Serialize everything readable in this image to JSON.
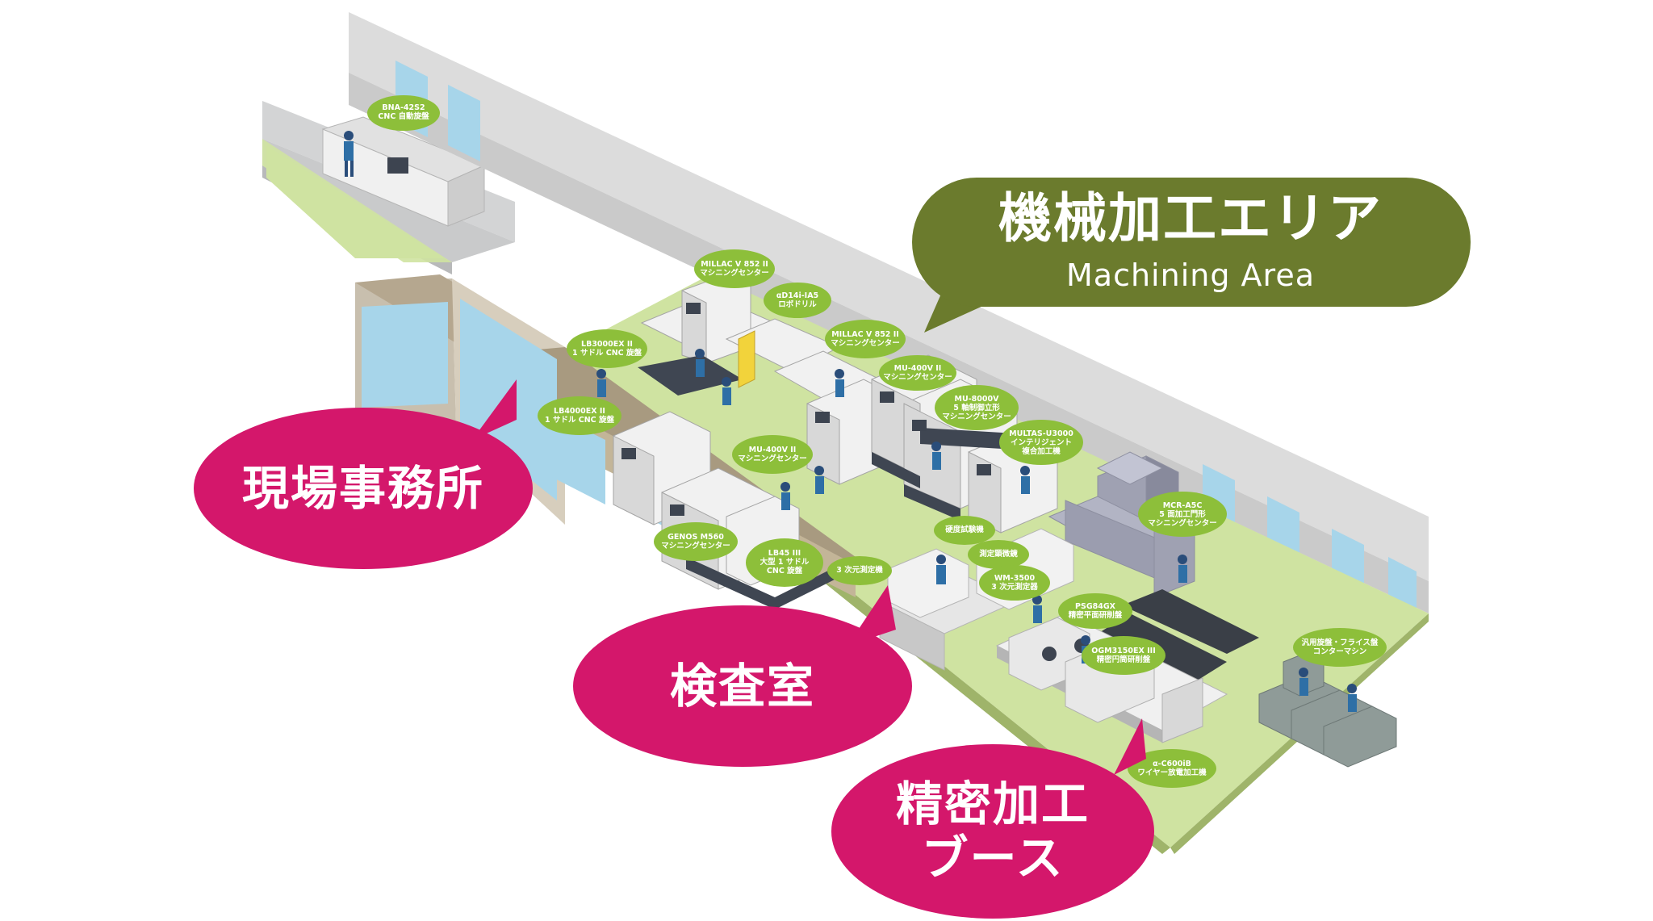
{
  "callouts": {
    "machining": {
      "ja": "機械加工エリア",
      "en": "Machining Area"
    },
    "office": {
      "ja": "現場事務所"
    },
    "inspection": {
      "ja": "検査室"
    },
    "precision": {
      "line1": "精密加工",
      "line2": "ブース"
    }
  },
  "machines": [
    {
      "id": "bna",
      "text": "BNA-42S2\nCNC 自動旋盤"
    },
    {
      "id": "millac1",
      "text": "MILLAC V 852 II\nマシニングセンター"
    },
    {
      "id": "robodrill",
      "text": "αD14i-IA5\nロボドリル"
    },
    {
      "id": "lb3000",
      "text": "LB3000EX II\n1 サドル CNC 旋盤"
    },
    {
      "id": "millac2",
      "text": "MILLAC V 852 II\nマシニングセンター"
    },
    {
      "id": "mu400a",
      "text": "MU-400V II\nマシニングセンター"
    },
    {
      "id": "lb4000",
      "text": "LB4000EX II\n1 サドル CNC 旋盤"
    },
    {
      "id": "mu8000",
      "text": "MU-8000V\n5 軸制御立形\nマシニングセンター"
    },
    {
      "id": "multas",
      "text": "MULTAS-U3000\nインテリジェント\n複合加工機"
    },
    {
      "id": "mu400b",
      "text": "MU-400V II\nマシニングセンター"
    },
    {
      "id": "mcr",
      "text": "MCR-A5C\n5 面加工門形\nマシニングセンター"
    },
    {
      "id": "genos",
      "text": "GENOS M560\nマシニングセンター"
    },
    {
      "id": "hardness",
      "text": "硬度試験機"
    },
    {
      "id": "lb45",
      "text": "LB45 III\n大型 1 サドル\nCNC 旋盤"
    },
    {
      "id": "cmm3d",
      "text": "3 次元測定機"
    },
    {
      "id": "microscope",
      "text": "測定顕微鏡"
    },
    {
      "id": "wm3500",
      "text": "WM-3500\n3 次元測定器"
    },
    {
      "id": "psg",
      "text": "PSG84GX\n精密平面研削盤"
    },
    {
      "id": "ogm",
      "text": "OGM3150EX III\n精密円筒研削盤"
    },
    {
      "id": "lathe",
      "text": "汎用旋盤・フライス盤\nコンターマシン"
    },
    {
      "id": "wire",
      "text": "α-C600iB\nワイヤー放電加工機"
    }
  ],
  "colors": {
    "machining_callout": "#6b7b2d",
    "office_callout": "#d4176b",
    "inspection_callout": "#d4176b",
    "precision_callout": "#d4176b",
    "label_bubble": "#8dbf3a",
    "floor": "#cfe3a1",
    "wall": "#d9dadb",
    "window": "#a7d5ea"
  }
}
